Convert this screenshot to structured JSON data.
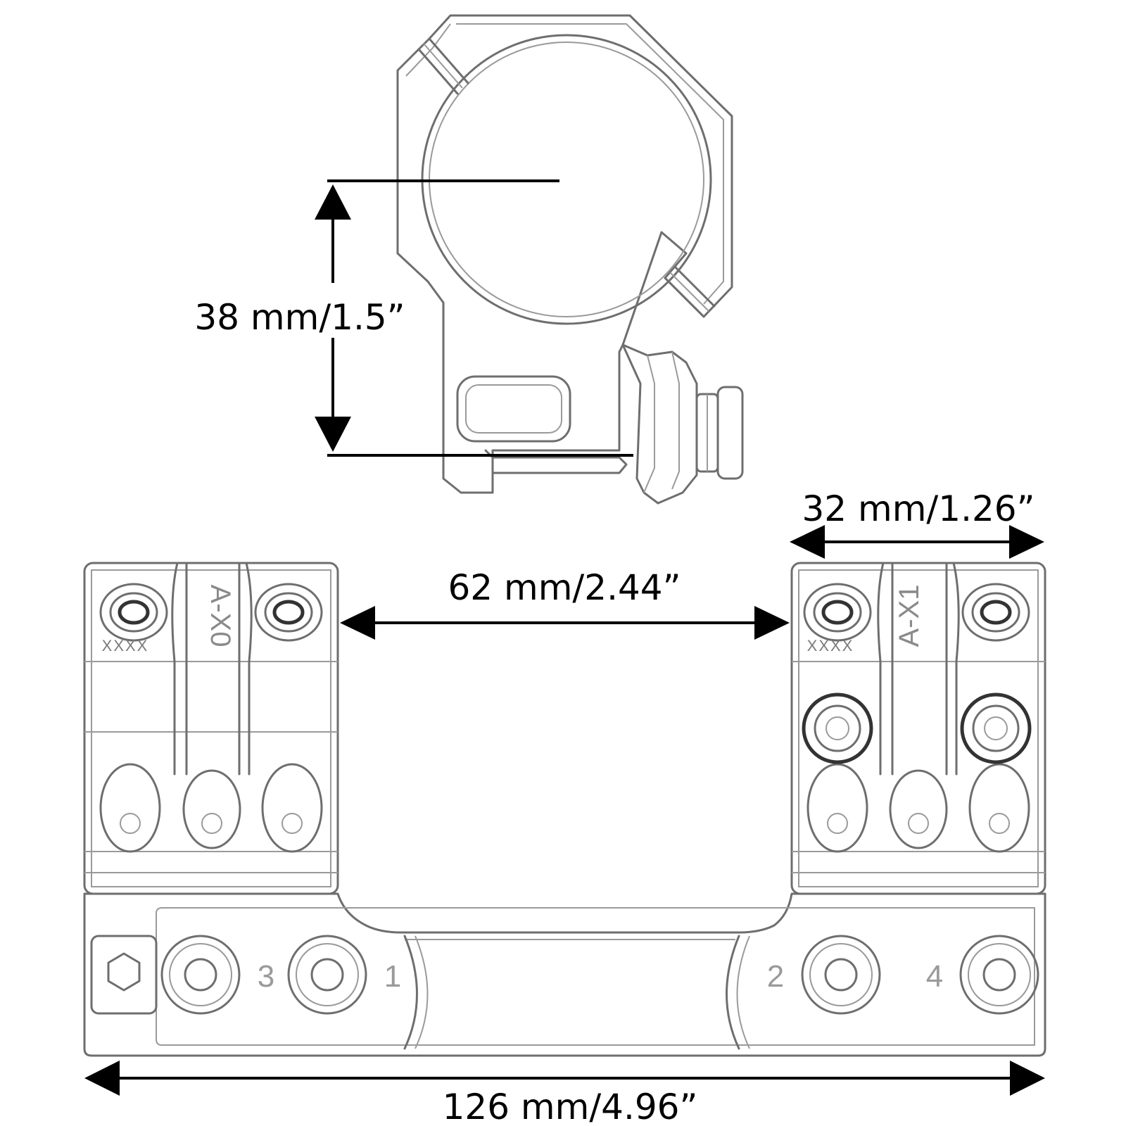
{
  "dimensions": {
    "height": "38 mm/1.5”",
    "ring_width": "32 mm/1.26”",
    "ring_spacing": "62 mm/2.44”",
    "overall_length": "126 mm/4.96”"
  },
  "ring_markings": {
    "front_ring_code": "A-X0",
    "rear_ring_code": "A-X1",
    "serial_placeholder": "XXXX"
  },
  "base_screw_numbers": [
    "3",
    "1",
    "2",
    "4"
  ]
}
